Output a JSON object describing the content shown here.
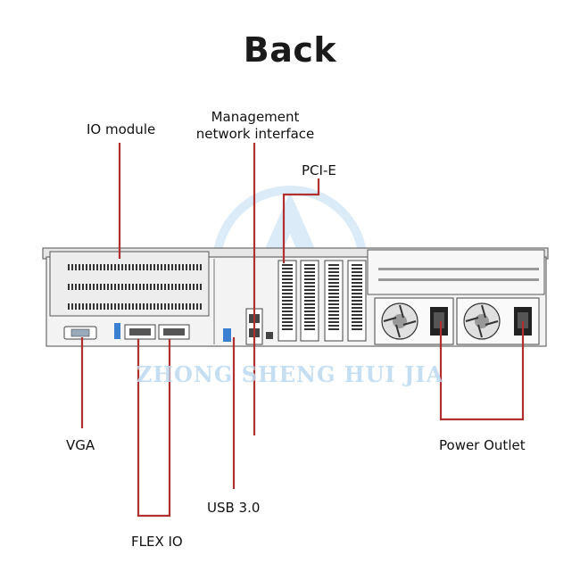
{
  "title": "Back",
  "labels": {
    "io_module": "IO module",
    "management_line1": "Management",
    "management_line2": "network interface",
    "pcie": "PCI-E",
    "vga": "VGA",
    "usb": "USB 3.0",
    "flex_io": "FLEX IO",
    "power_outlet": "Power Outlet"
  },
  "watermark": "ZHONG SHENG HUI JIA",
  "colors": {
    "callout_line": "#b03030",
    "chassis_stroke": "#6a6a6a",
    "chassis_fill": "#f3f3f3",
    "vent": "#333333",
    "watermark": "#bcd9f0",
    "usb_blue": "#3a7fd0"
  }
}
